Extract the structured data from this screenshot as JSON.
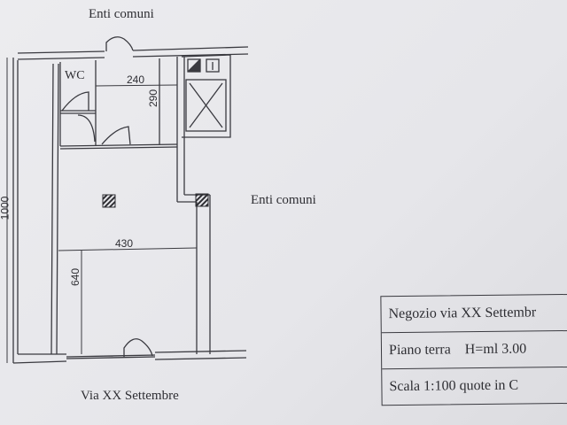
{
  "labels": {
    "top_common": "Enti comuni",
    "right_common": "Enti comuni",
    "street": "Via XX Settembre",
    "wc": "WC"
  },
  "dimensions": {
    "d240": "240",
    "d290": "290",
    "d430": "430",
    "d640": "640",
    "d1000": "1000"
  },
  "title_block": {
    "line1": "Negozio via XX Settembr",
    "line2": "Piano terra    H=ml 3.00",
    "line3": "Scala 1:100 quote in C"
  }
}
